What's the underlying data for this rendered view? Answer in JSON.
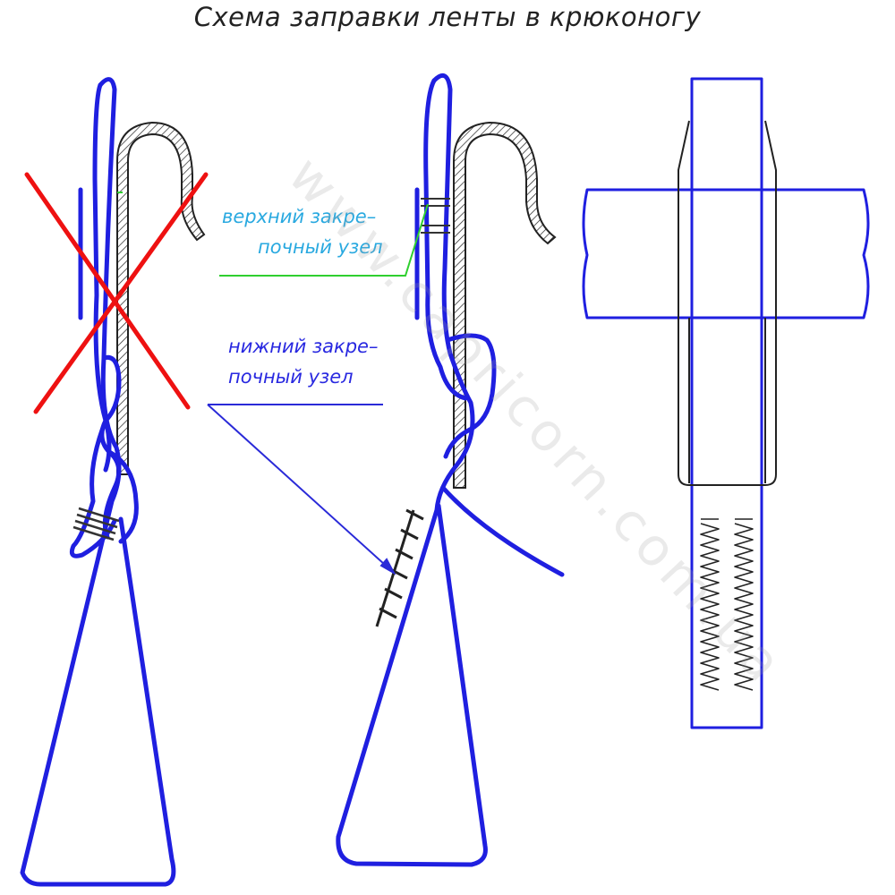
{
  "title": "Схема заправки ленты в крюконогу",
  "labels": {
    "upper_knot_line1": "верхний закре–",
    "upper_knot_line2": "почный узел",
    "lower_knot_line1": "нижний закре–",
    "lower_knot_line2": "почный узел"
  },
  "watermark": "www.capricorn.com.ua",
  "colors": {
    "tape": "#1f1fe0",
    "cross": "#ee1111",
    "upper_label": "#29a9e0",
    "lower_label": "#2828e0",
    "upper_leader": "#2fcf2f",
    "lower_leader": "#2a2ad8",
    "hook_outline": "#222222",
    "hatch": "#222222"
  }
}
